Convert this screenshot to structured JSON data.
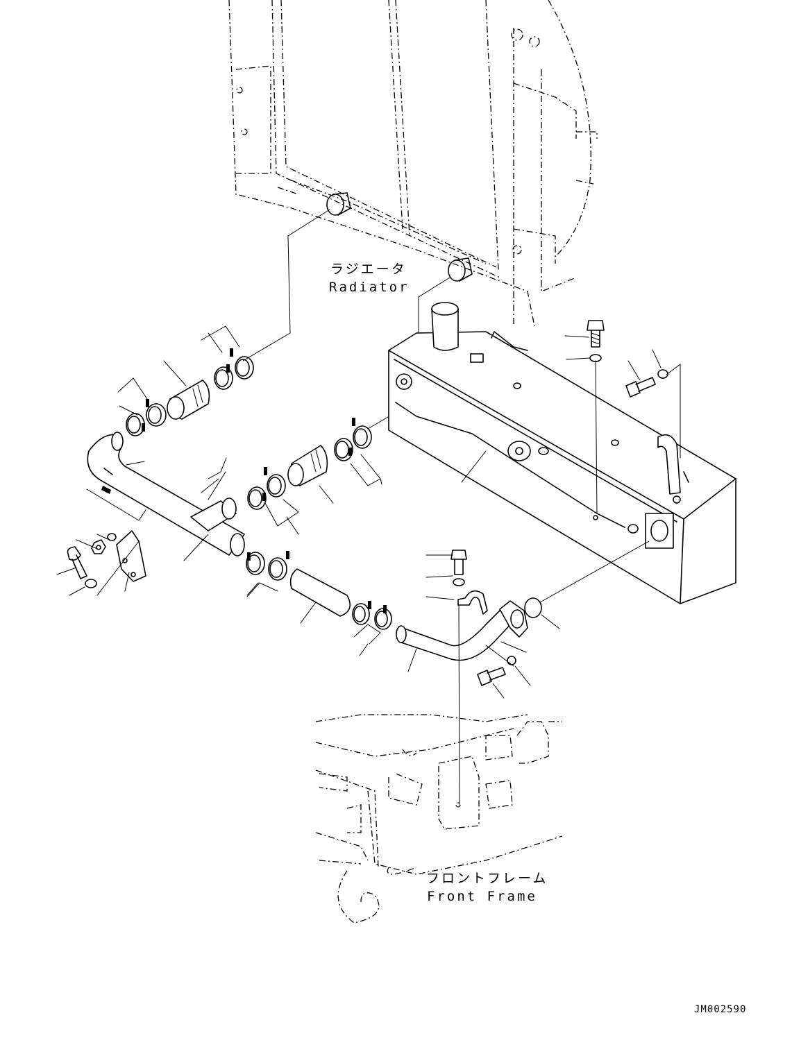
{
  "labels": {
    "radiator_jp": "ラジエータ",
    "radiator_en": "Radiator",
    "front_frame_jp": "フロントフレーム",
    "front_frame_en": "Front Frame"
  },
  "drawing_code": "JM002590"
}
